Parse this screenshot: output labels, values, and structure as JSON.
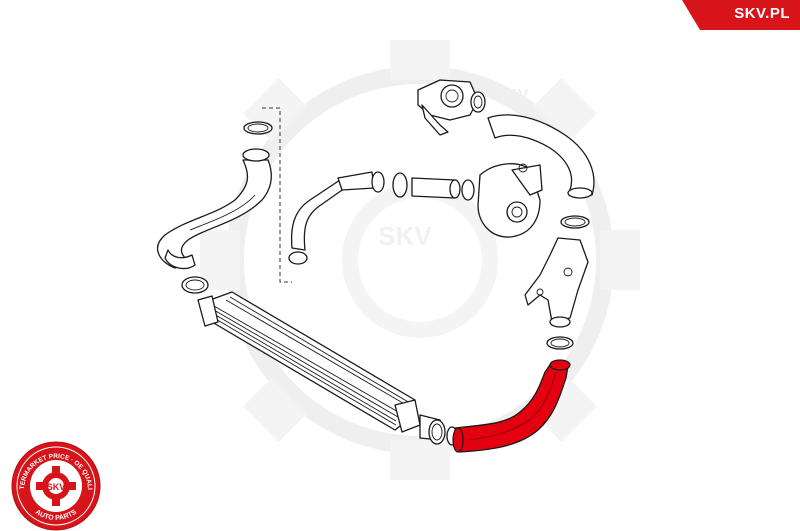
{
  "brand": {
    "site_label": "SKV.PL",
    "watermark_label": "SKV",
    "color_accent": "#d7141a"
  },
  "logo": {
    "center_label": "SKV",
    "ring_text_top": "AFTERMARKET PRICE · OE QUALITY",
    "ring_text_bottom": "AUTO PARTS"
  },
  "diagram": {
    "highlighted_part_color": "#e3000f",
    "icons": [
      "intercooler",
      "charge-air-hose",
      "hose-clamp",
      "throttle-body",
      "turbo-pipe",
      "bracket",
      "gear-watermark"
    ]
  }
}
